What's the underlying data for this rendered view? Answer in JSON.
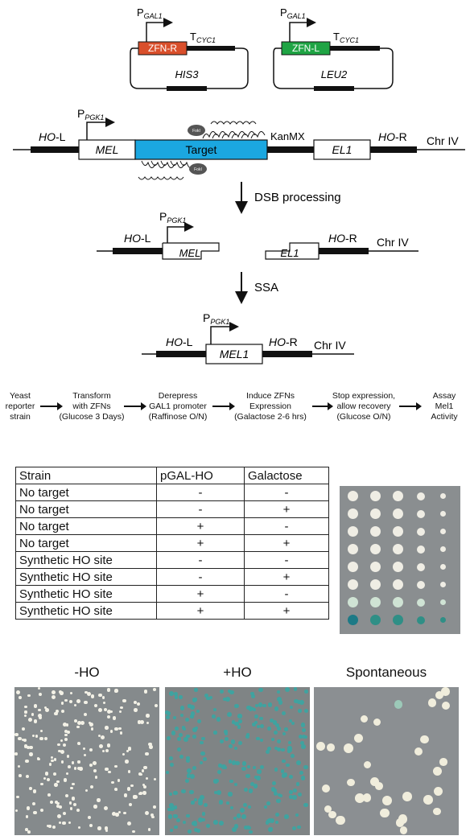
{
  "diagram": {
    "plasmid_left": {
      "promoter": "GAL1",
      "gene": "ZFN-R",
      "terminator": "CYC1",
      "marker": "HIS3"
    },
    "plasmid_right": {
      "promoter": "GAL1",
      "gene": "ZFN-L",
      "terminator": "CYC1",
      "marker": "LEU2"
    },
    "locus": {
      "left_arm": "HO",
      "arm_l_suffix": "-L",
      "arm_r_suffix": "-R",
      "promoter": "PGK1",
      "mel": "MEL",
      "target": "Target",
      "kanmx": "KanMX",
      "el1": "EL1",
      "chromosome": "Chr IV",
      "foki": "FokI"
    },
    "step1": "DSB processing",
    "intermediate": {
      "mel_fragment": "MEL",
      "el1_fragment": "EL1"
    },
    "step2": "SSA",
    "product": {
      "gene": "MEL1"
    },
    "colors": {
      "zfn_r": "#d94f2b",
      "zfn_l": "#1fa444",
      "target": "#1ba7e0"
    }
  },
  "workflow": [
    "Yeast\nreporter\nstrain",
    "Transform\nwith ZFNs\n(Glucose 3 Days)",
    "Derepress\nGAL1 promoter\n(Raffinose O/N)",
    "Induce ZFNs\nExpression\n(Galactose 2-6 hrs)",
    "Stop expression,\nallow recovery\n(Glucose O/N)",
    "Assay\nMel1\nActivity"
  ],
  "table": {
    "headers": [
      "Strain",
      "pGAL-HO",
      "Galactose"
    ],
    "rows": [
      [
        "No target",
        "-",
        "-"
      ],
      [
        "No target",
        "-",
        "+"
      ],
      [
        "No target",
        "+",
        "-"
      ],
      [
        "No target",
        "+",
        "+"
      ],
      [
        "Synthetic HO site",
        "-",
        "-"
      ],
      [
        "Synthetic HO site",
        "-",
        "+"
      ],
      [
        "Synthetic HO site",
        "+",
        "-"
      ],
      [
        "Synthetic HO site",
        "+",
        "+"
      ]
    ]
  },
  "photos": {
    "labels": [
      "-HO",
      "+HO",
      "Spontaneous"
    ]
  }
}
